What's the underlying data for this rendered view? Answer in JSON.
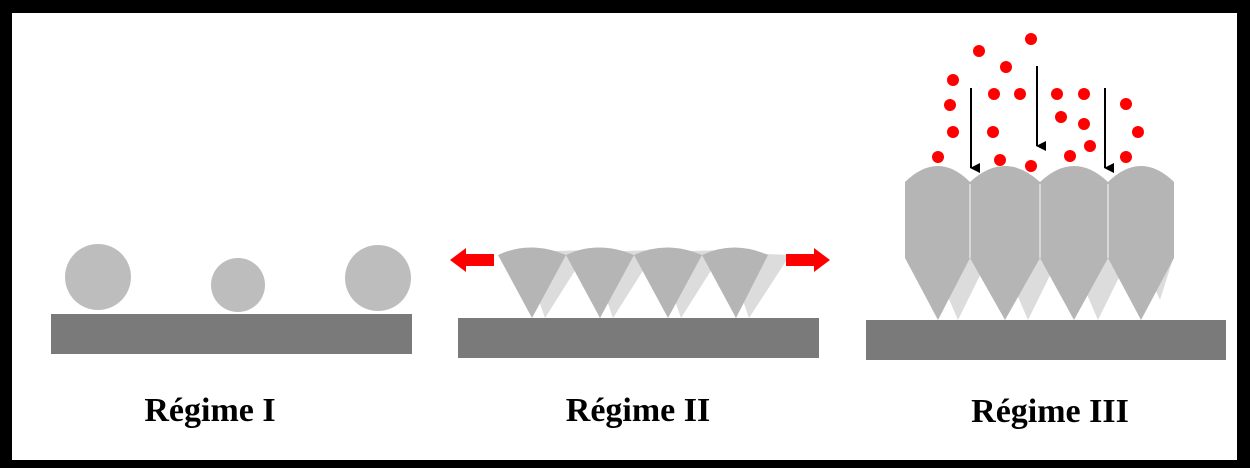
{
  "regimes": [
    {
      "label": "Régime I"
    },
    {
      "label": "Régime II"
    },
    {
      "label": "Régime III"
    }
  ],
  "colors": {
    "frame": "#000000",
    "substrate": "#7a7a7a",
    "particle": "#bdbdbd",
    "particle_faint": "#dcdcdc",
    "droplet": "#ff0000",
    "spread_arrow": "#ff0000",
    "deposition_arrow": "#000000"
  },
  "icons": {
    "spread_left": "red-arrow-left-icon",
    "spread_right": "red-arrow-right-icon",
    "deposition": "down-arrow-icon"
  }
}
